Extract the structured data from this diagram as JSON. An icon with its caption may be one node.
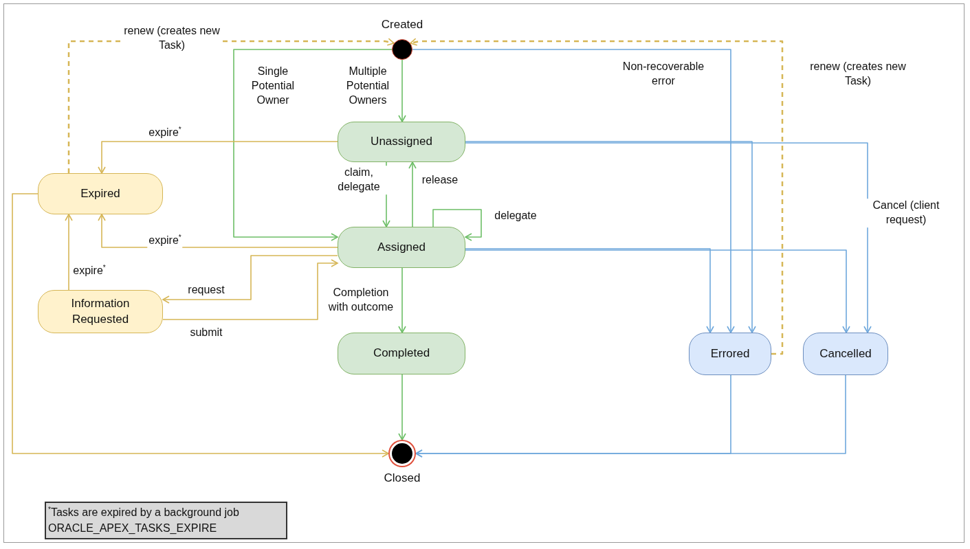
{
  "diagram": {
    "nodes": [
      {
        "text": [],
        "shape": "circle",
        "beside": [
          "Created"
        ]
      },
      {
        "text": [
          "Unassigned"
        ]
      },
      {
        "text": [
          "Assigned"
        ]
      },
      {
        "text": [
          "Expired"
        ]
      },
      {
        "text": [
          "Information Requested"
        ]
      },
      {
        "text": [
          "Completed"
        ]
      },
      {
        "text": [
          "Errored"
        ]
      },
      {
        "text": [
          "Cancelled"
        ]
      },
      {
        "text": [],
        "shape": "circle",
        "beside": [
          "Closed"
        ]
      }
    ],
    "edges": [
      {
        "from": 0,
        "to": 1,
        "arrow": "to",
        "label": "Multiple Potential Owners",
        "color": "#6dbf67"
      },
      {
        "from": 0,
        "to": 2,
        "arrow": "to",
        "label": "Single Potential Owner",
        "color": "#6dbf67"
      },
      {
        "from": 0,
        "to": 6,
        "arrow": "to",
        "label": "Non-recoverable error",
        "color": "#6fa8dc"
      },
      {
        "from": 1,
        "to": 2,
        "arrow": "to",
        "label": "claim, delegate",
        "color": "#6dbf67"
      },
      {
        "from": 2,
        "to": 1,
        "arrow": "to",
        "label": "release",
        "color": "#6dbf67"
      },
      {
        "from": 2,
        "to": 2,
        "arrow": "to",
        "label": "delegate",
        "color": "#6dbf67"
      },
      {
        "from": 1,
        "to": 3,
        "arrow": "to",
        "label": "expire$^{*}$",
        "color": "#d6b656"
      },
      {
        "from": 2,
        "to": 3,
        "arrow": "to",
        "label": "expire$^{*}$",
        "color": "#d6b656"
      },
      {
        "from": 4,
        "to": 3,
        "arrow": "to",
        "label": "expire$^{*}$",
        "color": "#d6b656"
      },
      {
        "from": 2,
        "to": 4,
        "arrow": "to",
        "label": "request",
        "color": "#d6b656"
      },
      {
        "from": 4,
        "to": 2,
        "arrow": "to",
        "label": "submit",
        "color": "#d6b656"
      },
      {
        "from": 2,
        "to": 5,
        "arrow": "to",
        "label": "Completion with outcome",
        "color": "#6dbf67"
      },
      {
        "from": 5,
        "to": 8,
        "arrow": "to",
        "color": "#6dbf67"
      },
      {
        "from": 3,
        "to": 8,
        "arrow": "to",
        "color": "#d6b656"
      },
      {
        "from": 6,
        "to": 8,
        "arrow": "to",
        "color": "#6fa8dc"
      },
      {
        "from": 7,
        "to": 8,
        "arrow": "to",
        "color": "#6fa8dc"
      },
      {
        "from": 3,
        "to": 0,
        "arrow": "to",
        "label": "renew (creates new Task)",
        "style": "dashed",
        "color": "#d6b656"
      },
      {
        "from": 6,
        "to": 0,
        "arrow": "to",
        "label": "renew (creates new Task)",
        "style": "dashed",
        "color": "#d6b656"
      },
      {
        "from": 1,
        "to": 6,
        "arrow": "to",
        "color": "#6fa8dc"
      },
      {
        "from": 1,
        "to": 7,
        "arrow": "to",
        "label": "Cancel (client request)",
        "color": "#6fa8dc"
      },
      {
        "from": 2,
        "to": 6,
        "arrow": "to",
        "color": "#6fa8dc"
      },
      {
        "from": 2,
        "to": 7,
        "arrow": "to",
        "color": "#6fa8dc"
      }
    ],
    "labels": [
      "$^{*}$Tasks are expired by a background job ORACLE_APEX_TASKS_EXPIRE"
    ]
  }
}
